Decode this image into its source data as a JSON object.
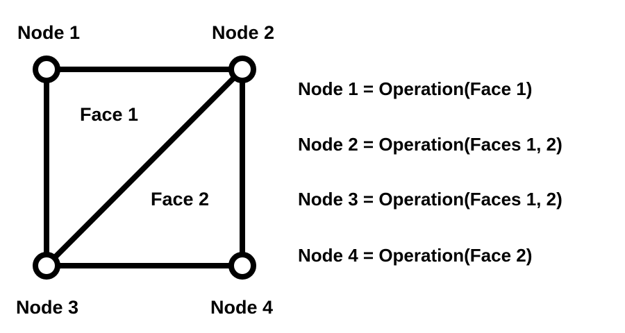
{
  "diagram": {
    "nodes": [
      {
        "label": "Node 1"
      },
      {
        "label": "Node 2"
      },
      {
        "label": "Node 3"
      },
      {
        "label": "Node 4"
      }
    ],
    "faces": [
      {
        "label": "Face 1"
      },
      {
        "label": "Face 2"
      }
    ]
  },
  "equations": [
    {
      "text": "Node 1 = Operation(Face 1)"
    },
    {
      "text": "Node 2 = Operation(Faces 1, 2)"
    },
    {
      "text": "Node 3 = Operation(Faces 1, 2)"
    },
    {
      "text": "Node 4 = Operation(Face 2)"
    }
  ],
  "colors": {
    "ink": "#000000",
    "background": "#ffffff"
  }
}
